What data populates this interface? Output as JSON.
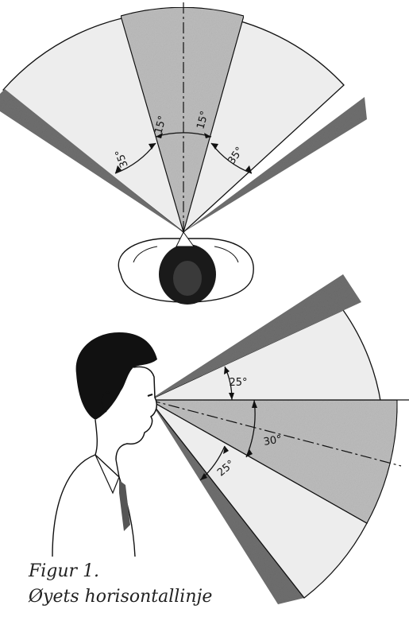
{
  "top_view": {
    "angle_left_center": "15°",
    "angle_right_center": "15°",
    "angle_left_outer": "35°",
    "angle_right_outer": "35°"
  },
  "side_view": {
    "angle_upper": "25°",
    "angle_center": "30°",
    "angle_lower": "25°"
  },
  "caption": {
    "line1": "Figur 1.",
    "line2": "Øyets horisontallinje"
  },
  "colors": {
    "light_zone": "#ededed",
    "center_zone": "#bdbdbd",
    "edge_zone": "#6f6f6f",
    "line": "#111111"
  }
}
